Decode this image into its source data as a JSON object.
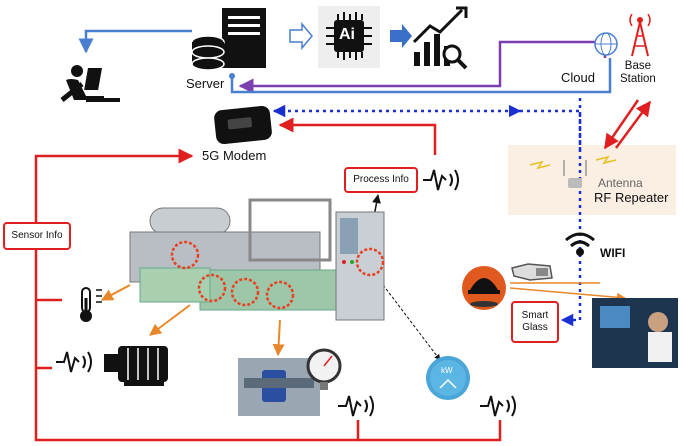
{
  "labels": {
    "server": "Server",
    "cloud": "Cloud",
    "base_station": "Base\nStation",
    "modem": "5G Modem",
    "process_info": "Process Info",
    "antenna": "Antenna",
    "rf_repeater": "RF Repeater",
    "sensor_info": "Sensor Info",
    "wifi": "WIFI",
    "smart_glass": "Smart\nGlass",
    "ai_chip": "Ai",
    "power_meter": "kW"
  },
  "colors": {
    "sensor_link": "#e02020",
    "server_link": "#4a7fd0",
    "cloud_link": "#7b3fb0",
    "wireless_dotted": "#1a2fd0",
    "warning_arrow": "#e8882a",
    "repeater_panel": "#fbeee2"
  },
  "icons": [
    "user-at-computer-icon",
    "server-icon",
    "ai-chip-icon",
    "analytics-chart-icon",
    "cloud-globe-icon",
    "base-station-tower-icon",
    "modem-icon",
    "sensor-signal-icon",
    "wifi-icon",
    "thermometer-icon",
    "motor-icon",
    "pressure-gauge-icon",
    "power-meter-icon",
    "safety-helmet-icon",
    "smart-glass-icon"
  ]
}
